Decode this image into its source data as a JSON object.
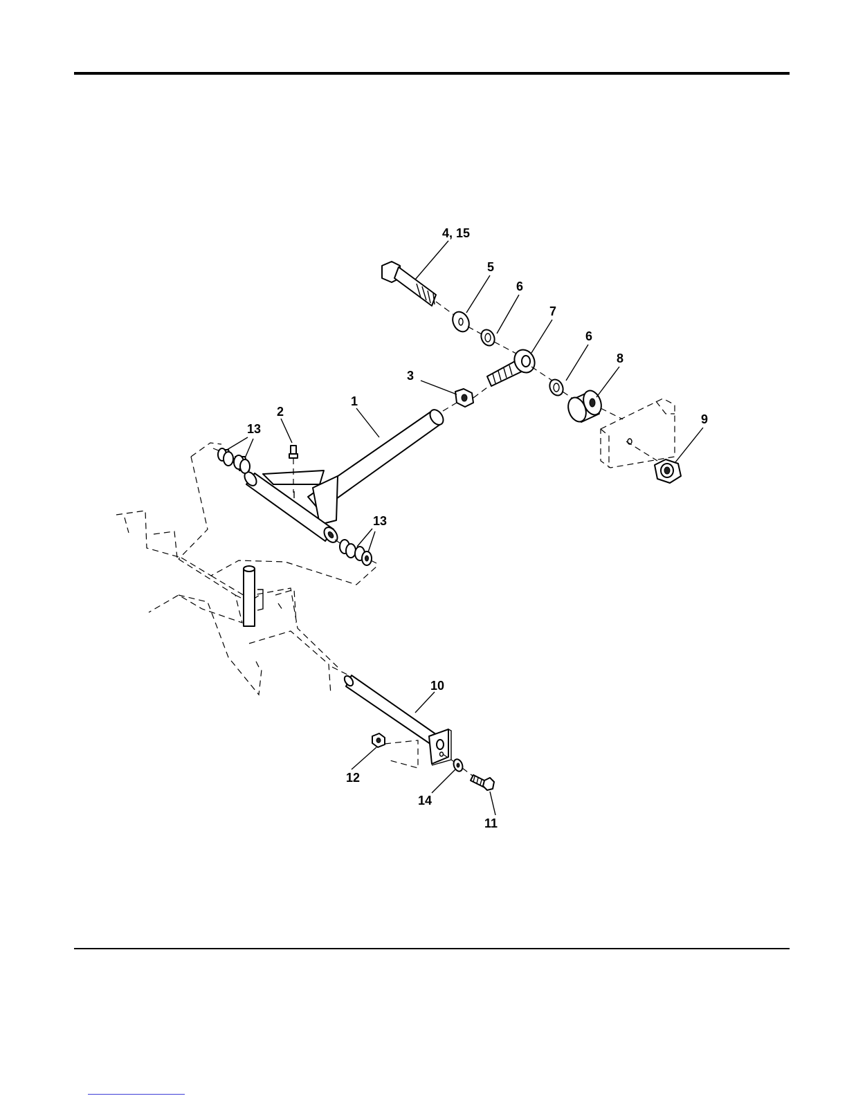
{
  "callouts": {
    "c1": "1",
    "c2": "2",
    "c3": "3",
    "c4_15": "4, 15",
    "c5": "5",
    "c6a": "6",
    "c6b": "6",
    "c7": "7",
    "c8": "8",
    "c9": "9",
    "c10": "10",
    "c11": "11",
    "c12": "12",
    "c13a": "13",
    "c13b": "13",
    "c14": "14"
  },
  "colors": {
    "line": "#000000",
    "footer_link": "#3a3ad6"
  }
}
